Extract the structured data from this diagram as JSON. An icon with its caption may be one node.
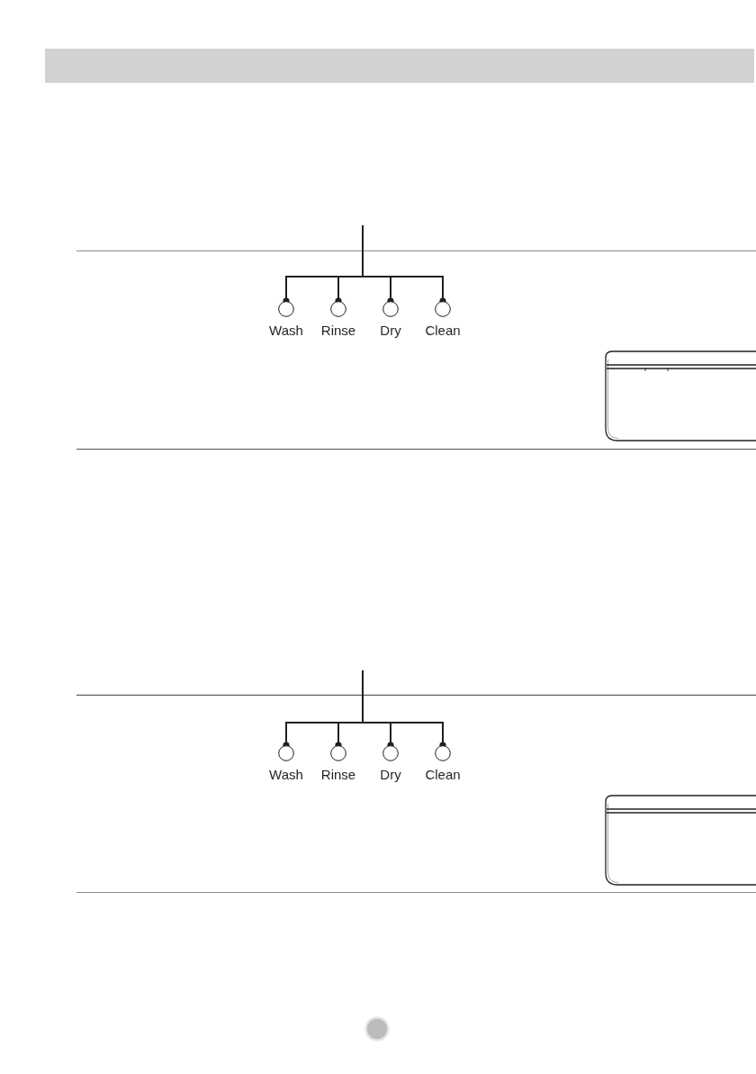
{
  "diagram": {
    "nodes": [
      {
        "text": [
          "Wash"
        ]
      },
      {
        "text": [
          "Rinse"
        ]
      },
      {
        "text": [
          "Dry"
        ]
      },
      {
        "text": [
          "Clean"
        ]
      },
      {
        "text": [
          "Wash"
        ]
      },
      {
        "text": [
          "Rinse"
        ]
      },
      {
        "text": [
          "Dry"
        ]
      },
      {
        "text": [
          "Clean"
        ]
      }
    ],
    "edges": [
      {
        "from": null,
        "to": 0,
        "arrow": "other"
      },
      {
        "from": null,
        "to": 1,
        "arrow": "other"
      },
      {
        "from": null,
        "to": 2,
        "arrow": "other"
      },
      {
        "from": null,
        "to": 3,
        "arrow": "other"
      },
      {
        "from": null,
        "to": 4,
        "arrow": "other"
      },
      {
        "from": null,
        "to": 5,
        "arrow": "other"
      },
      {
        "from": null,
        "to": 6,
        "arrow": "other"
      },
      {
        "from": null,
        "to": 7,
        "arrow": "other"
      }
    ]
  }
}
